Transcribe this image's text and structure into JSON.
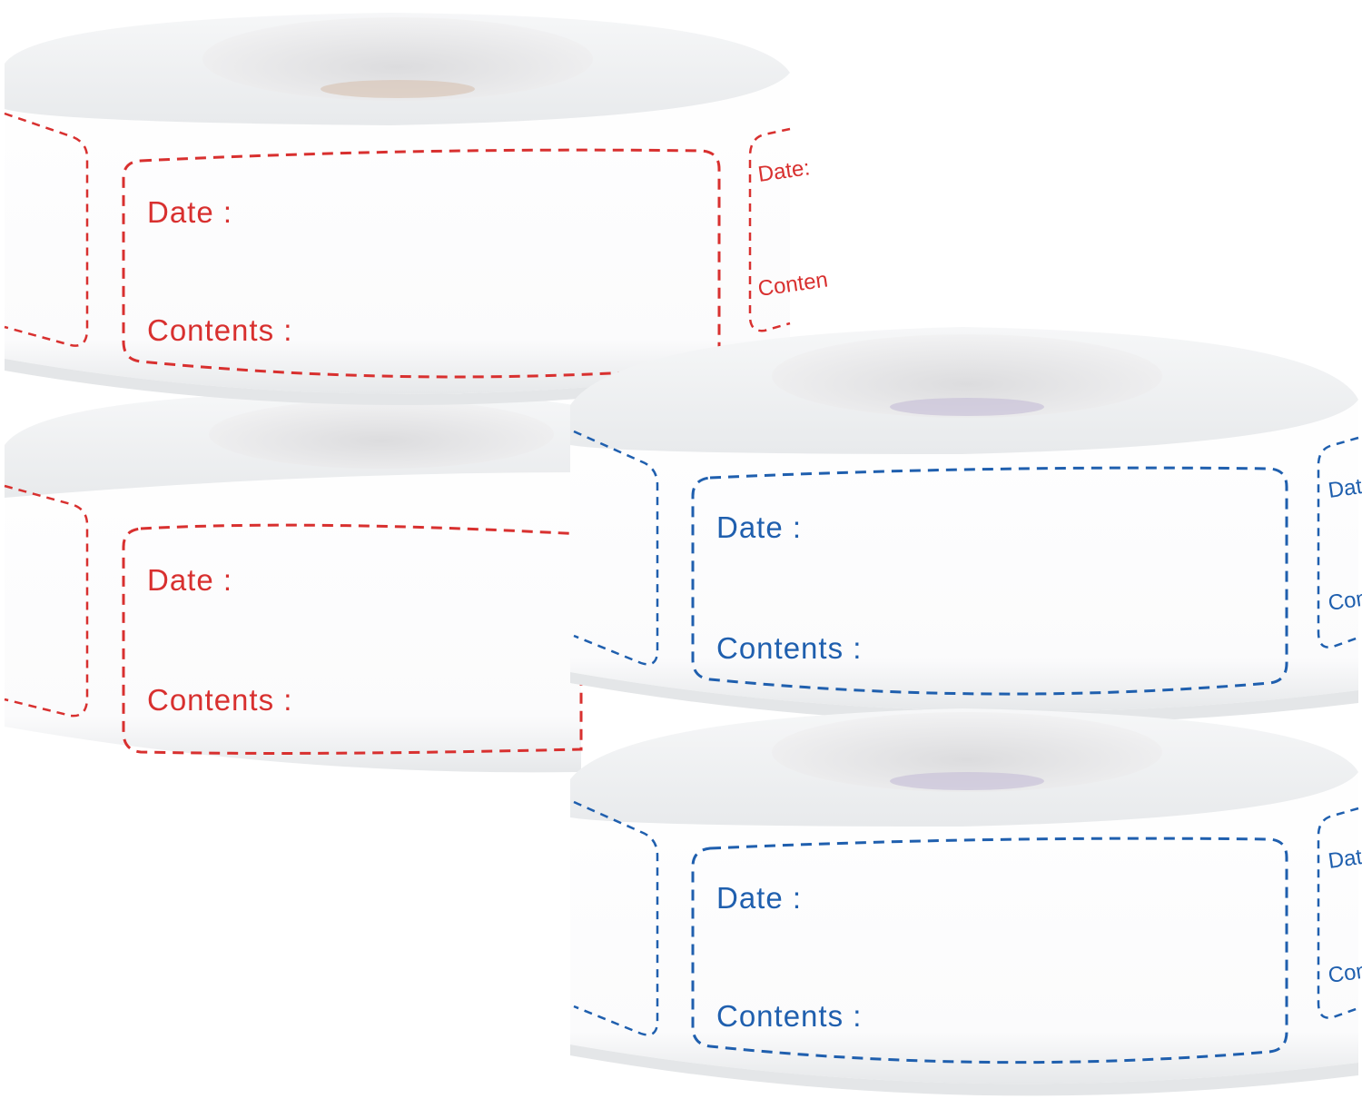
{
  "label_text": {
    "date": "Date :",
    "contents": "Contents :",
    "peek_date": "Date:",
    "peek_contents": "Conten"
  },
  "colors": {
    "red_print": "#d8302f",
    "blue_print": "#1f5fae",
    "roll_body": "#ffffff",
    "roll_edge": "#eceef0",
    "roll_shadow": "#d9dcdf",
    "core_hole": "#ececee"
  },
  "rolls": [
    {
      "name": "roll-red-top",
      "color": "red"
    },
    {
      "name": "roll-red-bottom",
      "color": "red"
    },
    {
      "name": "roll-blue-top",
      "color": "blue"
    },
    {
      "name": "roll-blue-bottom",
      "color": "blue"
    }
  ]
}
